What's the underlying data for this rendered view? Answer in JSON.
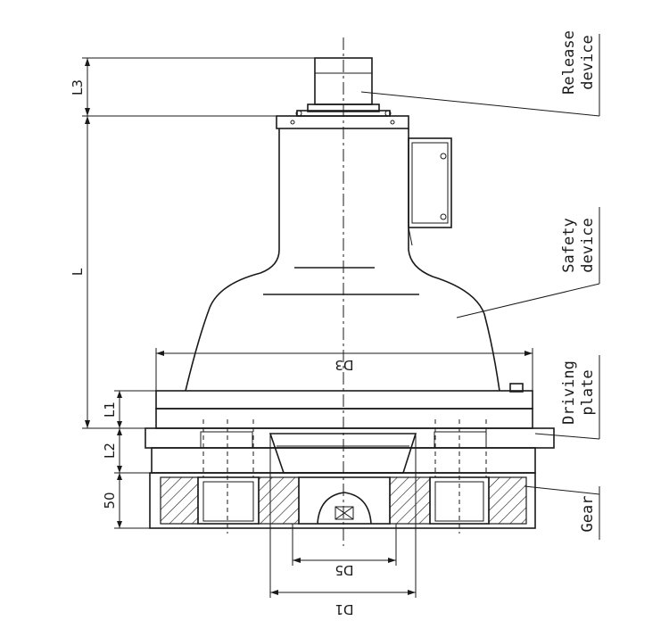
{
  "labels": {
    "release_device": [
      "Release",
      "device"
    ],
    "safety_device": [
      "Safety",
      "device"
    ],
    "driving_plate": [
      "Driving",
      "plate"
    ],
    "gear": "Gear"
  },
  "dimensions": {
    "l3": "L3",
    "l": "L",
    "l1": "L1",
    "l2": "L2",
    "h50": "50",
    "d3": "D3",
    "d5": "D5",
    "d1": "D1"
  }
}
